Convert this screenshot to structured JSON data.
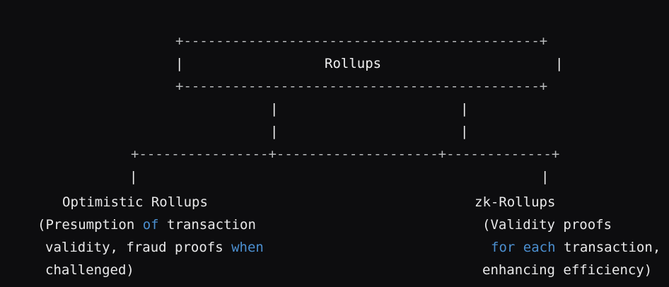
{
  "theme": {
    "background": "#0d0d0f",
    "text": "#e9e9ea",
    "rule": "#b9bbbd",
    "keyword_accent": "#4b8fd0"
  },
  "diagram": {
    "type": "ascii-tree",
    "root": {
      "top_border": "+--------------------------------------------+",
      "title": "Rollups",
      "bottom_border": "+--------------------------------------------+"
    },
    "stems": {
      "left": "|",
      "right": "|"
    },
    "connector": "+----------------+--------------------+-------------+",
    "drops": {
      "left": "|",
      "right": "|"
    },
    "branches": [
      {
        "id": "optimistic-rollups",
        "heading": "Optimistic Rollups",
        "lines": [
          [
            {
              "t": "(Presumption ",
              "kw": false
            },
            {
              "t": "of",
              "kw": true
            },
            {
              "t": " transaction",
              "kw": false
            }
          ],
          [
            {
              "t": "validity, fraud proofs ",
              "kw": false
            },
            {
              "t": "when",
              "kw": true
            }
          ],
          [
            {
              "t": "challenged)",
              "kw": false
            }
          ]
        ]
      },
      {
        "id": "zk-rollups",
        "heading": "zk-Rollups",
        "lines": [
          [
            {
              "t": "(Validity proofs",
              "kw": false
            }
          ],
          [
            {
              "t": "for",
              "kw": true
            },
            {
              "t": " ",
              "kw": false
            },
            {
              "t": "each",
              "kw": true
            },
            {
              "t": " transaction,",
              "kw": false
            }
          ],
          [
            {
              "t": "enhancing efficiency)",
              "kw": false
            }
          ]
        ]
      }
    ]
  }
}
